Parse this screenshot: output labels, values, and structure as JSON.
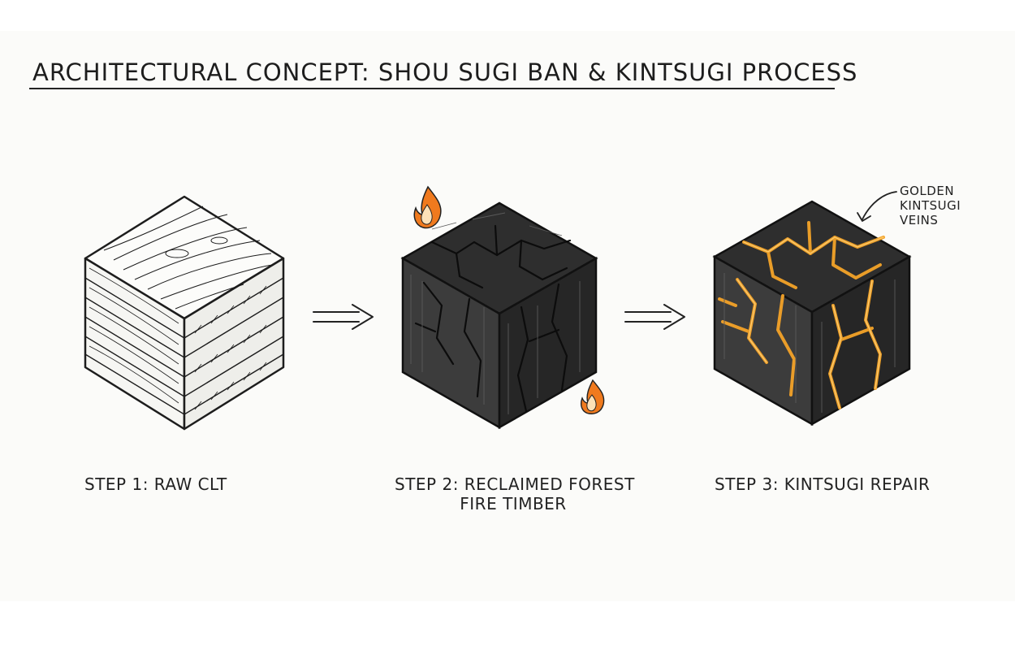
{
  "title": "ARCHITECTURAL CONCEPT: SHOU SUGI BAN & KINTSUGI PROCESS",
  "steps": [
    {
      "label": "STEP 1: RAW CLT",
      "icon": "raw-wood-cube"
    },
    {
      "label_line1": "STEP 2: RECLAIMED FOREST",
      "label_line2": "FIRE TIMBER",
      "icon": "charred-cube"
    },
    {
      "label": "STEP 3: KINTSUGI REPAIR",
      "icon": "gold-vein-cube"
    }
  ],
  "annotation": {
    "line1": "GOLDEN",
    "line2": "KINTSUGI",
    "line3": "VEINS"
  },
  "icons": [
    "arrow-right-icon",
    "flame-icon",
    "curved-arrow-icon"
  ],
  "colors": {
    "ink": "#222222",
    "char": "#2a2a2a",
    "gold": "#f4a328",
    "flame": "#f07a1e"
  }
}
